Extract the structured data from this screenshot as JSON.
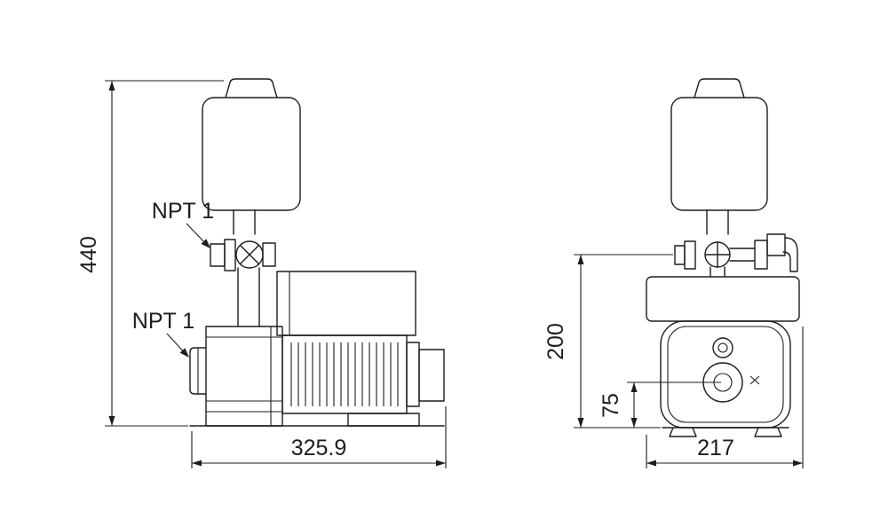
{
  "drawing": {
    "labels": {
      "npt_top": "NPT 1",
      "npt_bottom": "NPT 1"
    },
    "dimensions": {
      "total_height": "440",
      "total_length": "325.9",
      "outlet_height": "200",
      "inlet_height": "75",
      "width": "217"
    },
    "colors": {
      "line": "#1d1d1d",
      "background": "#ffffff"
    }
  }
}
